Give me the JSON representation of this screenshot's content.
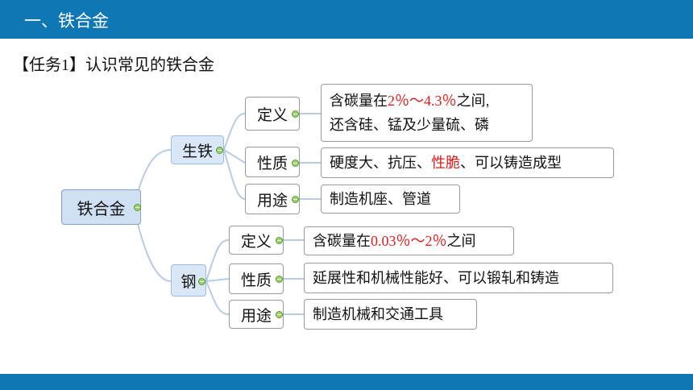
{
  "header": {
    "title": "一、铁合金"
  },
  "task": {
    "label": "【任务1】认识常见的铁合金"
  },
  "diagram": {
    "root": "铁合金",
    "branches": [
      {
        "label": "生铁",
        "sub": [
          {
            "label": "定义",
            "line1_prefix": "含碳量在",
            "line1_range": "2％～4.3％",
            "line1_suffix": "之间,",
            "line2": "还含硅、锰及少量硫、磷"
          },
          {
            "label": "性质",
            "prefix": "硬度大、抗压、",
            "highlight": "性脆",
            "suffix": "、可以铸造成型"
          },
          {
            "label": "用途",
            "text": "制造机座、管道"
          }
        ]
      },
      {
        "label": "钢",
        "sub": [
          {
            "label": "定义",
            "prefix": "含碳量在",
            "range": "0.03％～2％",
            "suffix": "之间"
          },
          {
            "label": "性质",
            "text": "延展性和机械性能好、可以锻轧和铸造"
          },
          {
            "label": "用途",
            "text": "制造机械和交通工具"
          }
        ]
      }
    ]
  },
  "colors": {
    "header_bg": "#0f78b4",
    "highlight": "#e01b1b",
    "root_bg": "#cfe0f3"
  }
}
